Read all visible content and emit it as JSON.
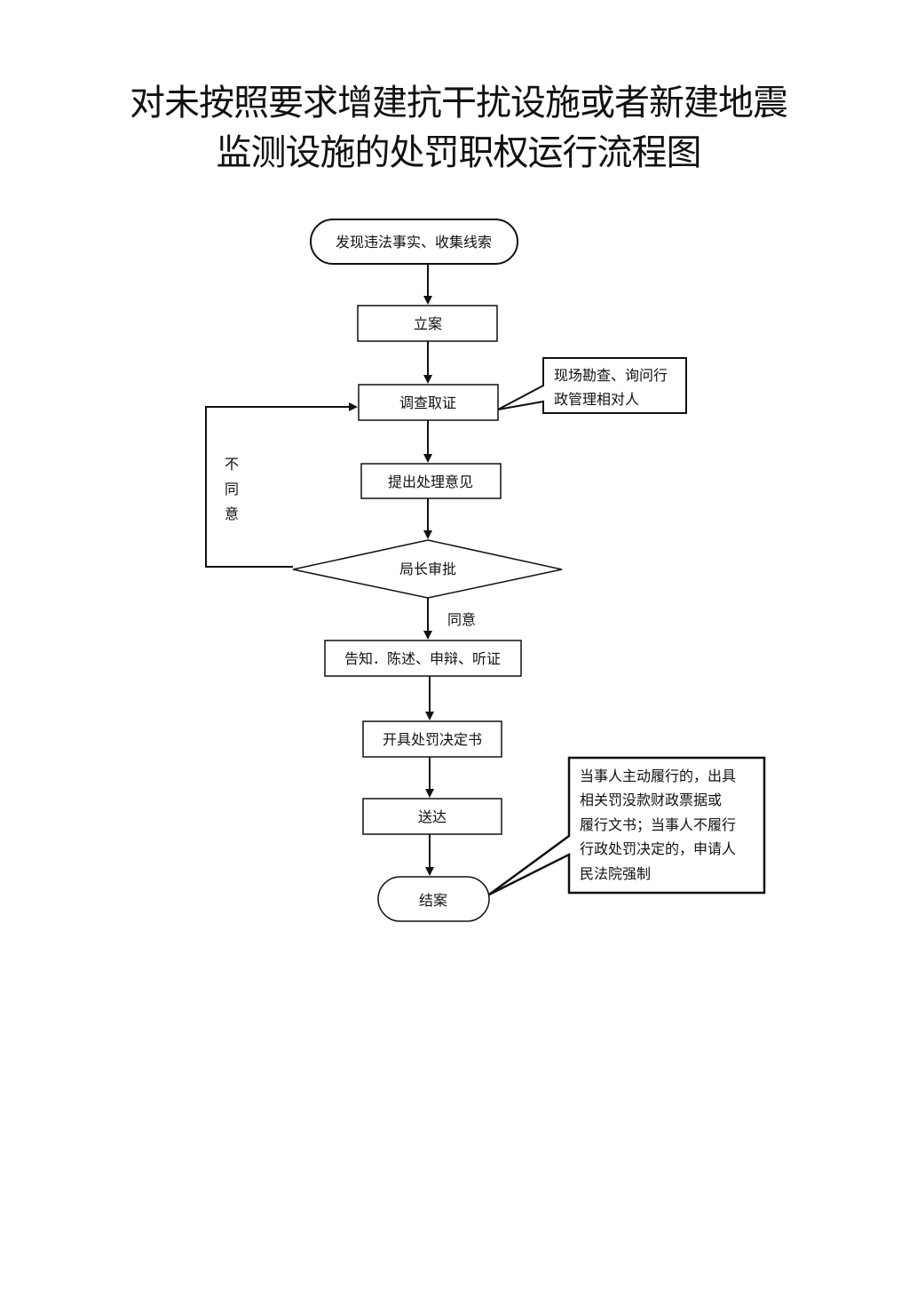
{
  "document": {
    "title_line1": "对未按照要求增建抗干扰设施或者新建地震",
    "title_line2": "监测设施的处罚职权运行流程图"
  },
  "flowchart": {
    "nodes": {
      "start": "发现违法事实、收集线索",
      "file_case": "立案",
      "investigate": "调查取证",
      "propose": "提出处理意见",
      "approval": "局长审批",
      "notify": "告知．陈述、申辩、听证",
      "decision": "开具处罚决定书",
      "deliver": "送达",
      "close": "结案"
    },
    "edge_labels": {
      "disagree_line1": "不",
      "disagree_line2": "同",
      "disagree_line3": "意",
      "agree": "同意"
    },
    "notes": {
      "investigate_line1": "现场勘查、询问行",
      "investigate_line2": "政管理相对人",
      "close_line1": "当事人主动履行的，出具",
      "close_line2": "相关罚没款财政票据或",
      "close_line3": "履行文书；当事人不履行",
      "close_line4": "行政处罚决定的，申请人",
      "close_line5": "民法院强制"
    }
  },
  "colors": {
    "stroke": "#111111",
    "background": "#ffffff"
  }
}
